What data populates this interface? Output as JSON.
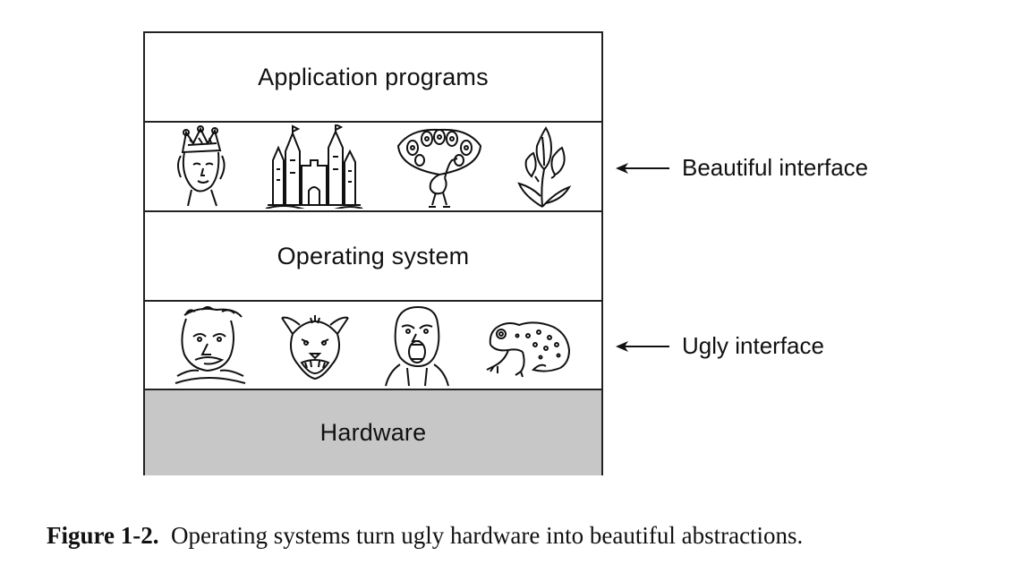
{
  "layers": {
    "application": "Application programs",
    "os": "Operating system",
    "hardware": "Hardware"
  },
  "interfaces": {
    "beautiful": "Beautiful interface",
    "ugly": "Ugly interface"
  },
  "caption": {
    "figure_label": "Figure 1-2.",
    "text": "Operating systems turn ugly hardware into beautiful abstractions."
  },
  "colors": {
    "hardware_fill": "#c7c7c7",
    "line": "#222222"
  },
  "icons": {
    "beautiful_row": [
      "queen-icon",
      "castle-icon",
      "peacock-icon",
      "flower-icon"
    ],
    "ugly_row": [
      "grotesque-face-icon",
      "snarling-dog-icon",
      "screaming-man-icon",
      "toad-icon"
    ]
  }
}
